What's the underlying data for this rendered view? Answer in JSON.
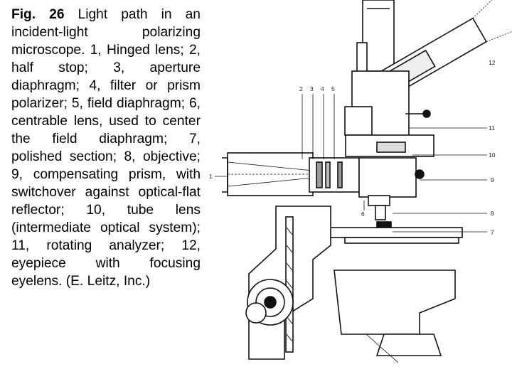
{
  "caption": {
    "fig_label": "Fig. 26",
    "text": "Light path in an incident-light polarizing microscope. 1, Hinged lens; 2, half stop; 3, aperture diaphragm; 4, filter or prism polarizer; 5, field diaphragm; 6, centrable lens, used to center the field diaphragm; 7, polished section; 8, objective; 9, compensating prism, with switchover against optical-flat reflector; 10, tube lens (intermediate optical system); 11, rotating analyzer; 12, eyepiece with focusing eyelens. (E. Leitz, Inc.)"
  },
  "diagram": {
    "labels": {
      "n1": "1",
      "n2": "2",
      "n3": "3",
      "n4": "4",
      "n5": "5",
      "n6": "6",
      "n7": "7",
      "n8": "8",
      "n9": "9",
      "n10": "10",
      "n11": "11",
      "n12": "12"
    }
  }
}
